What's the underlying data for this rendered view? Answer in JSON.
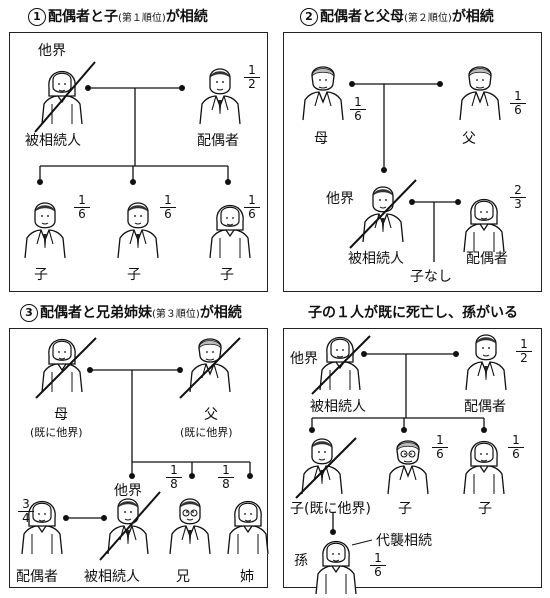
{
  "panels": {
    "p1": {
      "num": "1",
      "title_main": "配偶者と子",
      "title_sub": "(第１順位)",
      "title_end": "が相続",
      "deceased_tag": "他界",
      "deceased": "被相続人",
      "spouse": "配偶者",
      "spouse_share": [
        "1",
        "2"
      ],
      "children": [
        {
          "label": "子",
          "share": [
            "1",
            "6"
          ]
        },
        {
          "label": "子",
          "share": [
            "1",
            "6"
          ]
        },
        {
          "label": "子",
          "share": [
            "1",
            "6"
          ]
        }
      ]
    },
    "p2": {
      "num": "2",
      "title_main": "配偶者と父母",
      "title_sub": "(第２順位)",
      "title_end": "が相続",
      "mother": "母",
      "mother_share": [
        "1",
        "6"
      ],
      "father": "父",
      "father_share": [
        "1",
        "6"
      ],
      "deceased_tag": "他界",
      "deceased": "被相続人",
      "no_child": "子なし",
      "spouse": "配偶者",
      "spouse_share": [
        "2",
        "3"
      ]
    },
    "p3": {
      "num": "3",
      "title_main": "配偶者と兄弟姉妹",
      "title_sub": "(第３順位)",
      "title_end": "が相続",
      "mother": "母",
      "mother_note": "(既に他界)",
      "father": "父",
      "father_note": "(既に他界)",
      "spouse": "配偶者",
      "spouse_share": [
        "3",
        "4"
      ],
      "deceased_tag": "他界",
      "deceased": "被相続人",
      "brother": "兄",
      "brother_share": [
        "1",
        "8"
      ],
      "sister": "姉",
      "sister_share": [
        "1",
        "8"
      ]
    },
    "p4": {
      "title": "子の１人が既に死亡し、孫がいる",
      "deceased_tag": "他界",
      "deceased": "被相続人",
      "spouse": "配偶者",
      "spouse_share": [
        "1",
        "2"
      ],
      "child_dead": "子(既に他界)",
      "child2": "子",
      "child2_share": [
        "1",
        "6"
      ],
      "child3": "子",
      "child3_share": [
        "1",
        "6"
      ],
      "grandchild": "孫",
      "grandchild_share": [
        "1",
        "6"
      ],
      "substitution": "代襲相続"
    }
  }
}
